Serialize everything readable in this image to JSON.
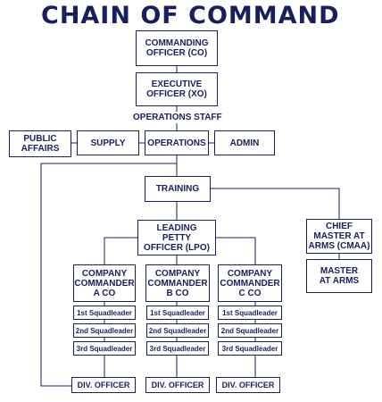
{
  "title": "CHAIN OF COMMAND",
  "nodes": {
    "co": "COMMANDING\nOFFICER (CO)",
    "xo": "EXECUTIVE\nOFFICER (XO)",
    "ops_staff": "OPERATIONS STAFF",
    "public_affairs": "PUBLIC\nAFFAIRS",
    "supply": "SUPPLY",
    "operations": "OPERATIONS",
    "admin": "ADMIN",
    "training": "TRAINING",
    "lpo": "LEADING\nPETTY\nOFFICER (LPO)",
    "cmaa": "CHIEF\nMASTER AT\nARMS (CMAA)",
    "master_at_arms": "MASTER\nAT ARMS",
    "companies": [
      {
        "commander": "COMPANY\nCOMMANDER\nA CO",
        "squads": [
          "1st Squadleader",
          "2nd Squadleader",
          "3rd Squadleader"
        ],
        "div": "DIV. OFFICER"
      },
      {
        "commander": "COMPANY\nCOMMANDER\nB CO",
        "squads": [
          "1st Squadleader",
          "2nd Squadleader",
          "3rd Squadleader"
        ],
        "div": "DIV. OFFICER"
      },
      {
        "commander": "COMPANY\nCOMMANDER\nC CO",
        "squads": [
          "1st Squadleader",
          "2nd Squadleader",
          "3rd Squadleader"
        ],
        "div": "DIV. OFFICER"
      }
    ]
  },
  "colors": {
    "ink": "#1a1f5c"
  }
}
